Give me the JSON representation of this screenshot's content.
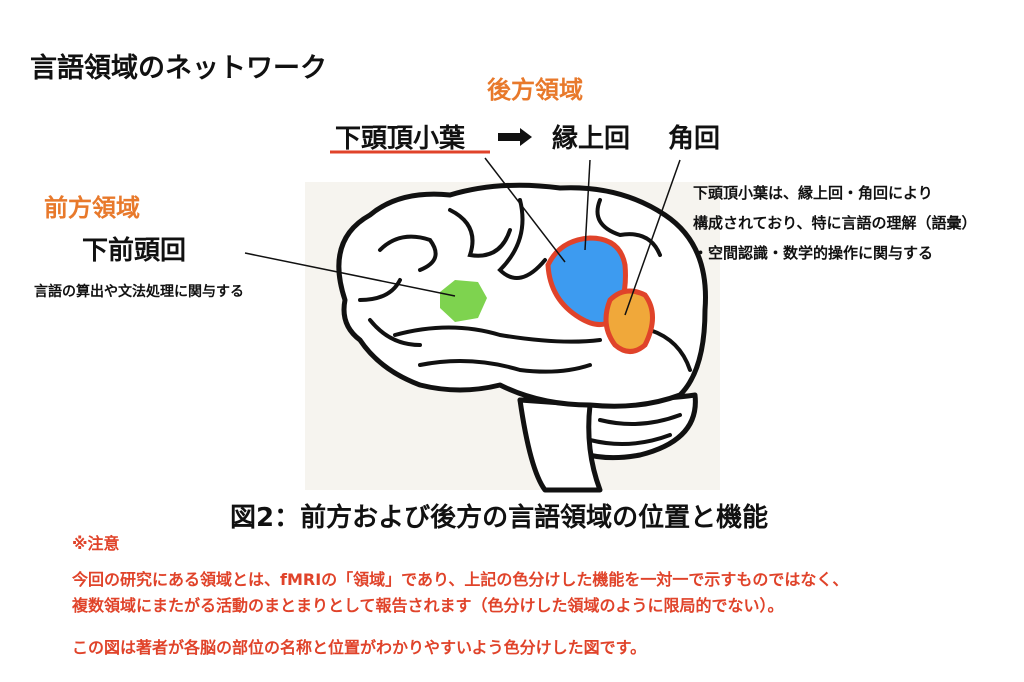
{
  "title": "言語領域のネットワーク",
  "posterior": {
    "heading": "後方領域",
    "region1": "下頭頂小葉",
    "region2": "縁上回",
    "region3": "角回",
    "description": [
      "下頭頂小葉は、縁上回・角回により",
      "構成されており、特に言語の理解（語彙）",
      "・空間認識・数学的操作に関与する"
    ]
  },
  "anterior": {
    "heading": "前方領域",
    "region": "下前頭回",
    "description": "言語の算出や文法処理に関与する"
  },
  "caption": "図2：前方および後方の言語領域の位置と機能",
  "note": {
    "heading": "※注意",
    "lines": [
      "今回の研究にある領域とは、fMRIの「領域」であり、上記の色分けした機能を一対一で示すものではなく、",
      "複数領域にまたがる活動のまとまりとして報告されます（色分けした領域のように限局的でない）。",
      "この図は著者が各脳の部位の名称と位置がわかりやすいよう色分けした図です。"
    ]
  },
  "colors": {
    "accent": "#e8792b",
    "note": "#e0432a",
    "ifg": "#7ed34f",
    "smg": "#3d9bf0",
    "ag": "#f0a83a",
    "outline": "#e0432a"
  }
}
